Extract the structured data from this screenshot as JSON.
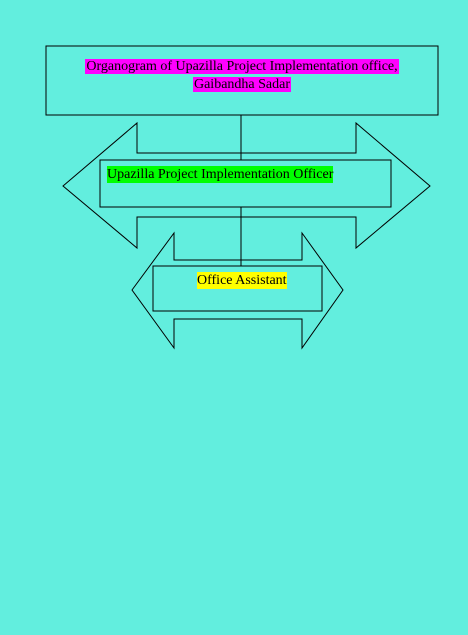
{
  "title": {
    "line1": "Organogram of Upazilla Project Implementation office,",
    "line2": "Gaibandha Sadar",
    "highlight": "#FF00FF"
  },
  "nodes": [
    {
      "label": "Upazilla Project Implementation Officer",
      "highlight": "#00FF00"
    },
    {
      "label": "Office Assistant",
      "highlight": "#FFFF00"
    }
  ],
  "colors": {
    "background": "#62EEDE",
    "stroke": "#000000"
  }
}
